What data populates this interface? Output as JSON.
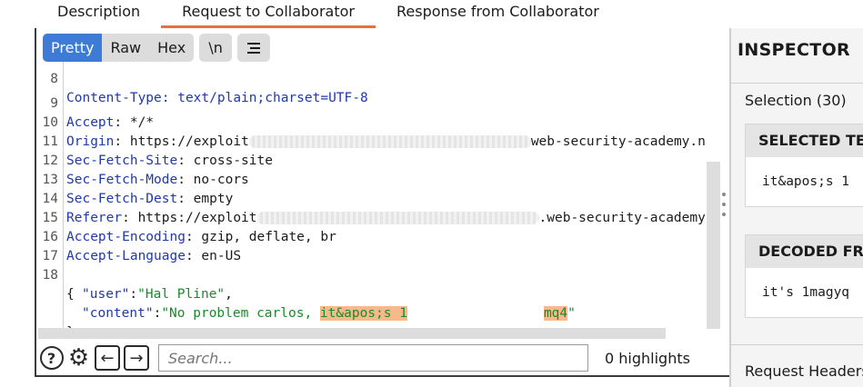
{
  "tabs": [
    {
      "label": "Description"
    },
    {
      "label": "Request to Collaborator"
    },
    {
      "label": "Response from Collaborator"
    }
  ],
  "view_modes": [
    "Pretty",
    "Raw",
    "Hex"
  ],
  "newline_button": "\\n",
  "editor": {
    "partial_line": {
      "number": "8",
      "text": "Content-Type: text/plain;charset=UTF-8"
    },
    "lines": [
      {
        "number": "9",
        "key": "Accept",
        "value": " */*"
      },
      {
        "number": "10",
        "key": "Origin",
        "value_start": " https://exploit",
        "value_end": "web-security-academy.n"
      },
      {
        "number": "11",
        "key": "Sec-Fetch-Site",
        "value": " cross-site"
      },
      {
        "number": "12",
        "key": "Sec-Fetch-Mode",
        "value": " no-cors"
      },
      {
        "number": "13",
        "key": "Sec-Fetch-Dest",
        "value": " empty"
      },
      {
        "number": "14",
        "key": "Referer",
        "value_start": " https://exploit",
        "value_end": ".web-security-academy."
      },
      {
        "number": "15",
        "key": "Accept-Encoding",
        "value": " gzip, deflate, br"
      },
      {
        "number": "16",
        "key": "Accept-Language",
        "value": " en-US"
      },
      {
        "number": "17"
      },
      {
        "number": "18",
        "text": "{"
      }
    ],
    "body_user_key": "\"user\"",
    "body_user_value": "\"Hal Pline\"",
    "body_content_key": "\"content\"",
    "body_content_prefix": "\"No problem carlos, ",
    "body_content_highlight_start": "it&apos;s 1",
    "body_content_highlight_end": "mq4",
    "body_content_suffix": "\"",
    "body_close": "}"
  },
  "bottombar": {
    "search_placeholder": "Search...",
    "highlights": "0 highlights"
  },
  "inspector": {
    "title": "INSPECTOR",
    "selection": "Selection (30)",
    "selected_text_header": "SELECTED TEXT",
    "selected_text_value": "it&apos;s 1",
    "decoded_header": "DECODED FROM",
    "decoded_value": "it's 1magyq",
    "request_headers": "Request Headers"
  },
  "colors": {
    "accent_tab": "#e8703a",
    "active_view": "#3d7bd6",
    "selection_highlight": "#f7b98a",
    "header_key": "#1f3aa8",
    "string_value": "#1a8a2b"
  }
}
